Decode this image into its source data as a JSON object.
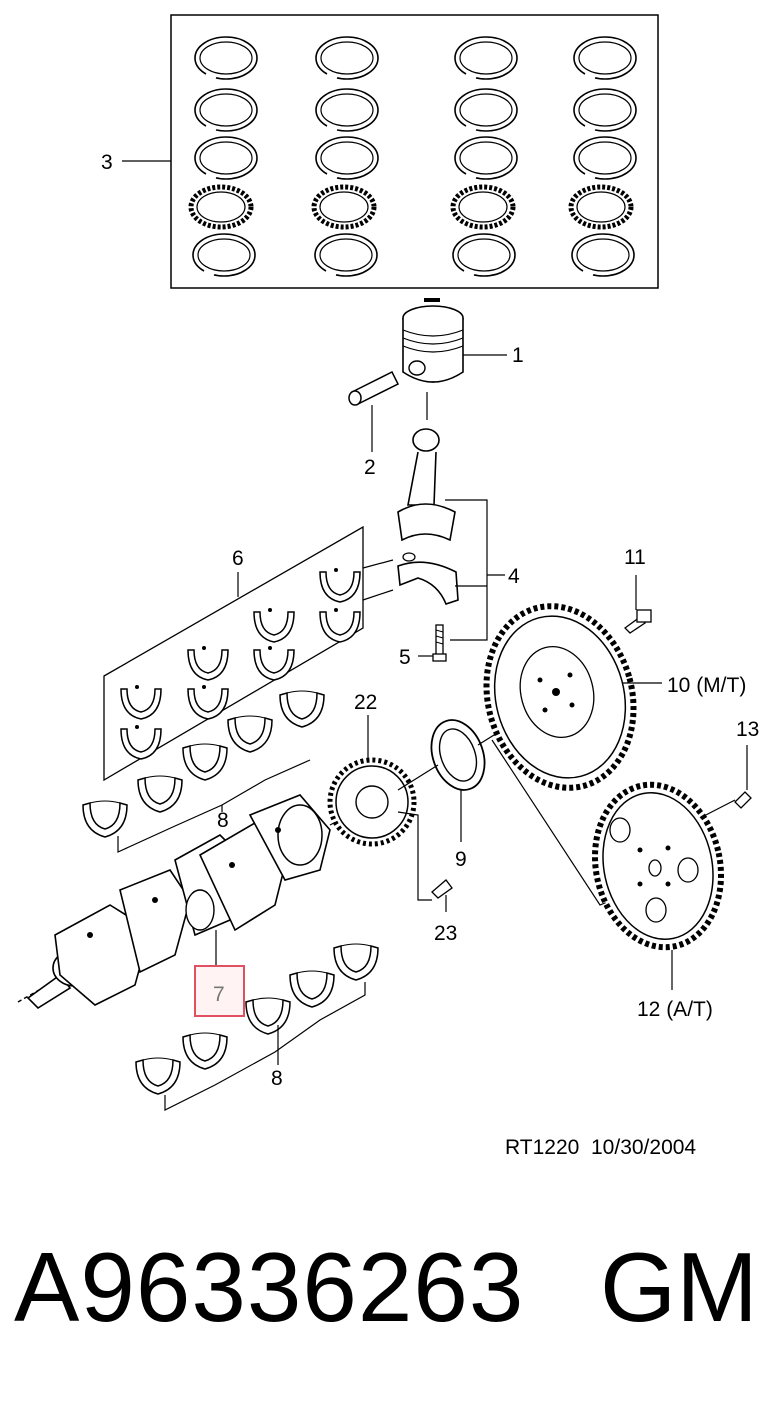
{
  "callouts": {
    "c1": "1",
    "c2": "2",
    "c3": "3",
    "c4": "4",
    "c5": "5",
    "c6": "6",
    "c7": "7",
    "c8a": "8",
    "c8b": "8",
    "c9": "9",
    "c10": "10 (M/T)",
    "c11": "11",
    "c12": "12 (A/T)",
    "c13": "13",
    "c22": "22",
    "c23": "23"
  },
  "reference": "RT1220  10/30/2004",
  "footer": {
    "part_number": "A96336263",
    "brand": "GM"
  },
  "highlight_color": "#e05060"
}
